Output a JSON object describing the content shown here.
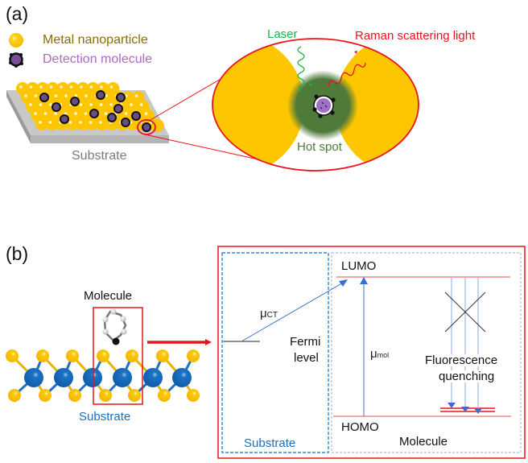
{
  "figure": {
    "panel_a": {
      "label": "(a)",
      "legend": [
        {
          "icon": "metal-nanoparticle-icon",
          "label": "Metal nanoparticle",
          "color": "#8a6d00"
        },
        {
          "icon": "detection-molecule-icon",
          "label": "Detection molecule",
          "color": "#b068c8"
        }
      ],
      "substrate_label": "Substrate",
      "zoom_inset": {
        "laser_label": "Laser",
        "raman_label": "Raman scattering light",
        "hot_spot_label": "Hot spot"
      }
    },
    "panel_b": {
      "label": "(b)",
      "molecule_label": "Molecule",
      "substrate_label": "Substrate",
      "energy_diagram": {
        "lumo_label": "LUMO",
        "homo_label": "HOMO",
        "mu_ct_symbol": "μ",
        "mu_ct_sub": "CT",
        "mu_mol_symbol": "μ",
        "mu_mol_sub": "mol",
        "fermi_label_line1": "Fermi",
        "fermi_label_line2": "level",
        "quenching_line1": "Fluorescence",
        "quenching_line2": "quenching",
        "substrate_box_label": "Substrate",
        "molecule_box_label": "Molecule"
      }
    },
    "colors": {
      "gold": "#fdc600",
      "red": "#e8141c",
      "hot_spot_green": "#4f7a3a",
      "laser_green": "#22b24c",
      "substrate_blue": "#1a70c0",
      "arrow_blue": "#3a6fd0",
      "molecule_purple": "#a070c8"
    }
  }
}
